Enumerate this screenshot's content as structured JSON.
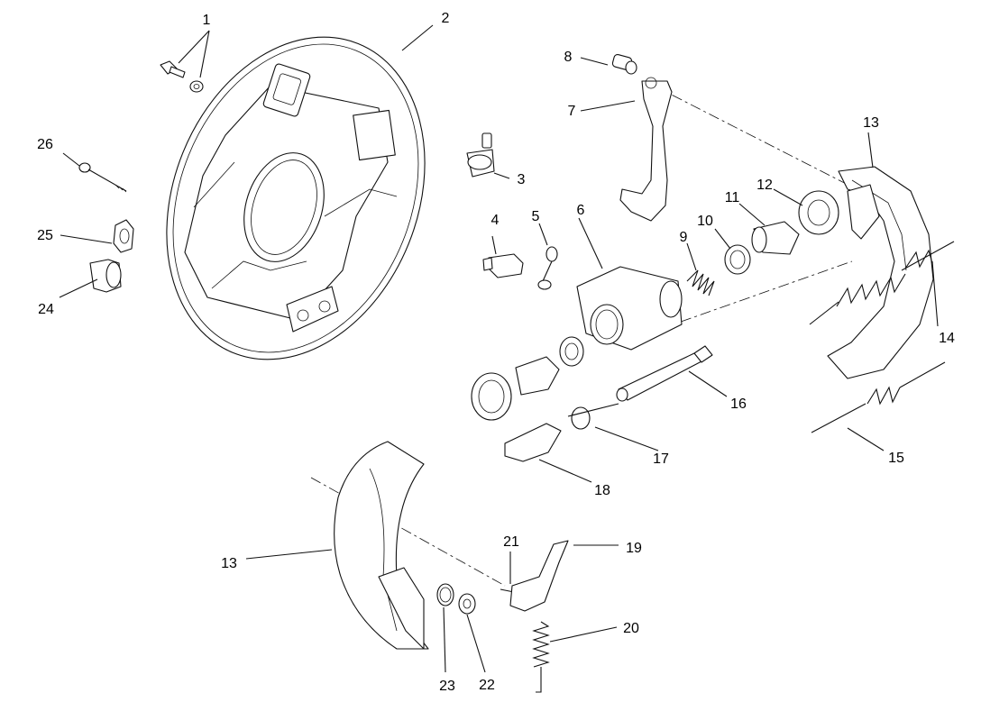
{
  "callouts": [
    {
      "id": "1",
      "text": "1"
    },
    {
      "id": "2",
      "text": "2"
    },
    {
      "id": "3",
      "text": "3"
    },
    {
      "id": "4",
      "text": "4"
    },
    {
      "id": "5",
      "text": "5"
    },
    {
      "id": "6",
      "text": "6"
    },
    {
      "id": "7",
      "text": "7"
    },
    {
      "id": "8",
      "text": "8"
    },
    {
      "id": "9",
      "text": "9"
    },
    {
      "id": "10",
      "text": "10"
    },
    {
      "id": "11",
      "text": "11"
    },
    {
      "id": "12",
      "text": "12"
    },
    {
      "id": "13a",
      "text": "13"
    },
    {
      "id": "13b",
      "text": "13"
    },
    {
      "id": "14",
      "text": "14"
    },
    {
      "id": "15",
      "text": "15"
    },
    {
      "id": "16",
      "text": "16"
    },
    {
      "id": "17",
      "text": "17"
    },
    {
      "id": "18",
      "text": "18"
    },
    {
      "id": "19",
      "text": "19"
    },
    {
      "id": "20",
      "text": "20"
    },
    {
      "id": "21",
      "text": "21"
    },
    {
      "id": "22",
      "text": "22"
    },
    {
      "id": "23",
      "text": "23"
    },
    {
      "id": "24",
      "text": "24"
    },
    {
      "id": "25",
      "text": "25"
    },
    {
      "id": "26",
      "text": "26"
    }
  ]
}
